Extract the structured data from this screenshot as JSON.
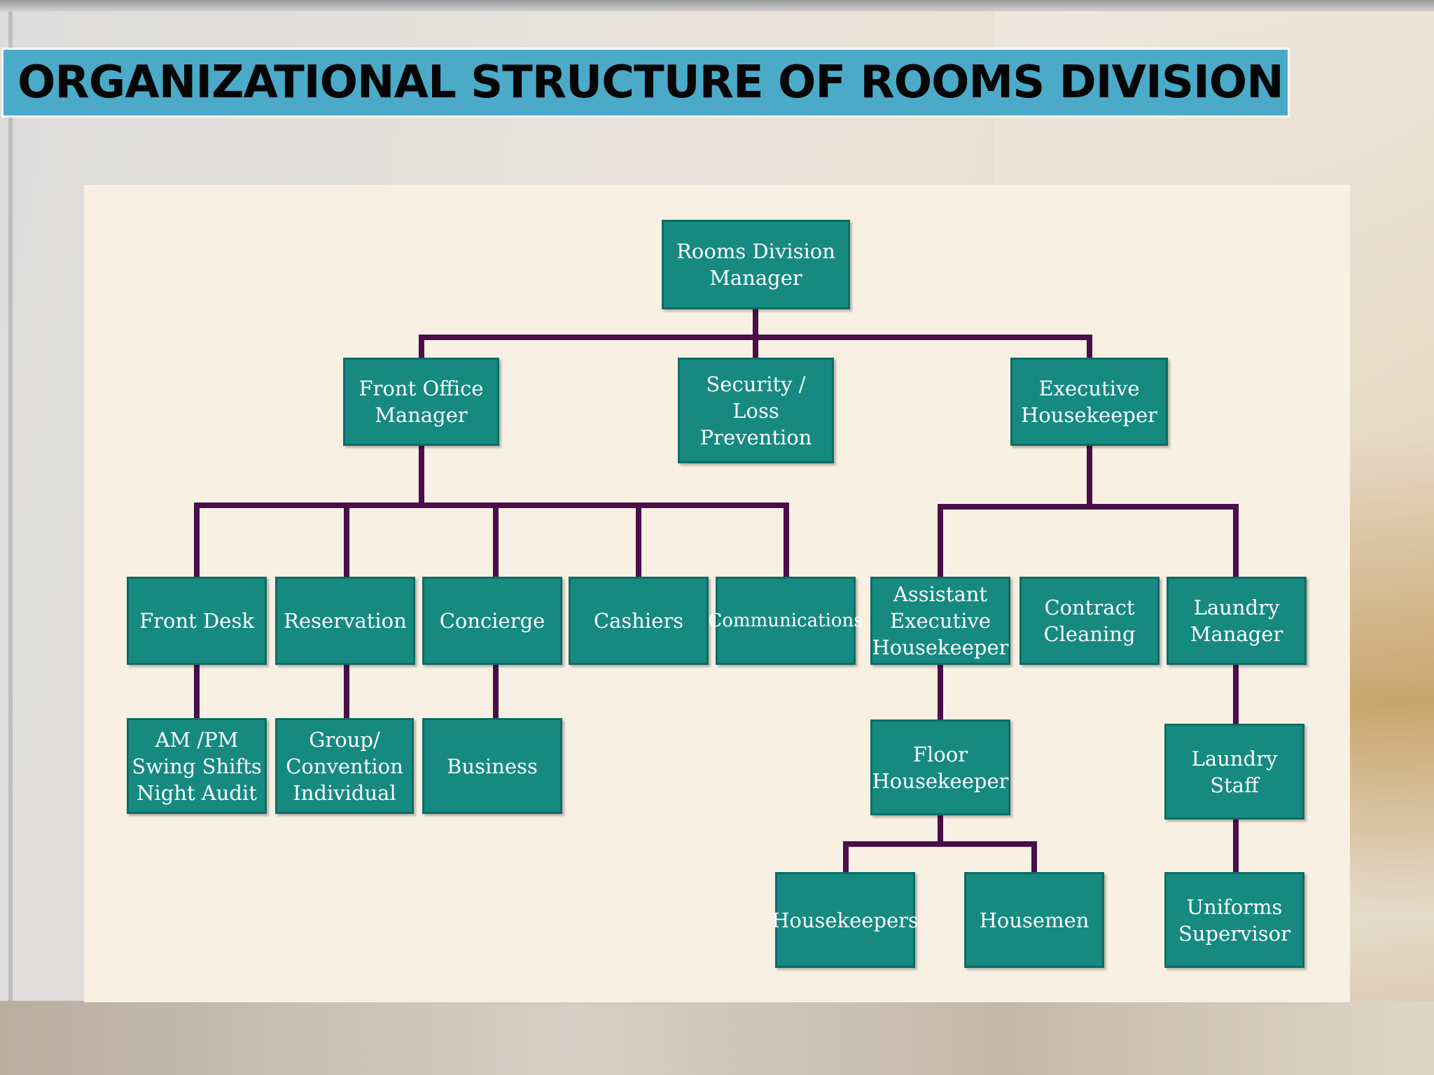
{
  "title": "ORGANIZATIONAL STRUCTURE OF ROOMS DIVISION",
  "colors": {
    "node_fill": "#168a80",
    "connector": "#4a0f4a",
    "title_bar": "#4aaac8"
  },
  "chart": {
    "root": "Rooms Division\nManager",
    "level1": {
      "front_office": "Front Office\nManager",
      "security": "Security /\nLoss\nPrevention",
      "exec_housekeeper": "Executive\nHousekeeper"
    },
    "front_office_units": {
      "front_desk": "Front Desk",
      "reservation": "Reservation",
      "concierge": "Concierge",
      "cashiers": "Cashiers",
      "communications": "Communications"
    },
    "front_office_sub": {
      "shifts": "AM /PM\nSwing Shifts\nNight Audit",
      "group": "Group/\nConvention\nIndividual",
      "business": "Business"
    },
    "housekeeping_units": {
      "assistant_exec": "Assistant\nExecutive\nHousekeeper",
      "contract": "Contract\nCleaning",
      "laundry_manager": "Laundry\nManager"
    },
    "housekeeping_sub": {
      "floor": "Floor\nHousekeeper",
      "laundry_staff": "Laundry\nStaff",
      "housekeepers": "Housekeepers",
      "housemen": "Housemen",
      "uniforms": "Uniforms\nSupervisor"
    }
  }
}
